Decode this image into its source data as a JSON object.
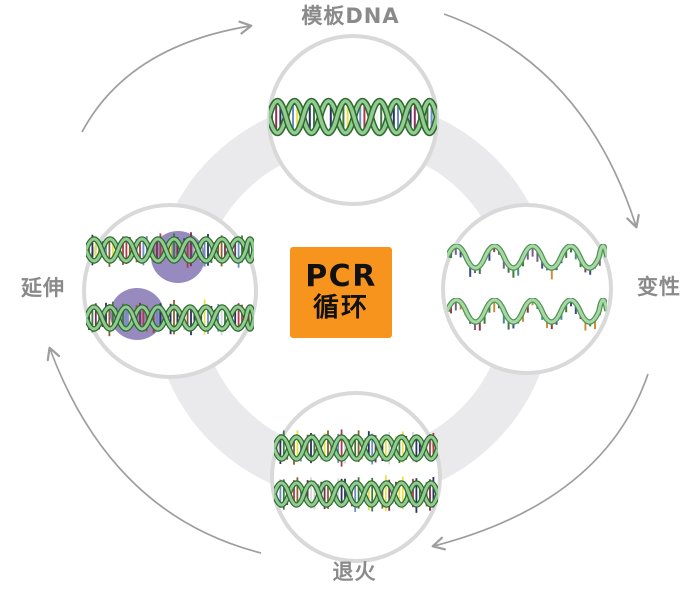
{
  "diagram": {
    "name": "PCR cycle diagram",
    "flow_direction": "clockwise",
    "center_label": {
      "line1": "PCR",
      "line2": "循环"
    },
    "stages": [
      {
        "id": "template-dna",
        "label": "模板DNA",
        "position": "top",
        "icon": "dna-double-helix-icon"
      },
      {
        "id": "denaturation",
        "label": "变性",
        "position": "right",
        "icon": "dna-separated-strands-icon"
      },
      {
        "id": "annealing",
        "label": "退火",
        "position": "bottom",
        "icon": "dna-primer-annealed-icon"
      },
      {
        "id": "extension",
        "label": "延伸",
        "position": "left",
        "icon": "dna-polymerase-extension-icon"
      }
    ],
    "colors": {
      "center_box_bg": "#F7941E",
      "center_box_text": "#111111",
      "stage_label_text": "#8A8A8A",
      "background_ring": "#EAEAEC",
      "circle_border": "#D9D9D9",
      "arrow": "#9E9E9E",
      "dna_strand_green": "#92CC92",
      "dna_strand_edge": "#2F6B2F",
      "dna_strand_pale_green": "#A9D8A4",
      "polymerase_purple": "#8D80B8",
      "base_pair_palette": [
        "#B23B4B",
        "#E8E24A",
        "#2B3163",
        "#3E7A3E",
        "#6B8FC9",
        "#8F2F5F"
      ]
    }
  }
}
